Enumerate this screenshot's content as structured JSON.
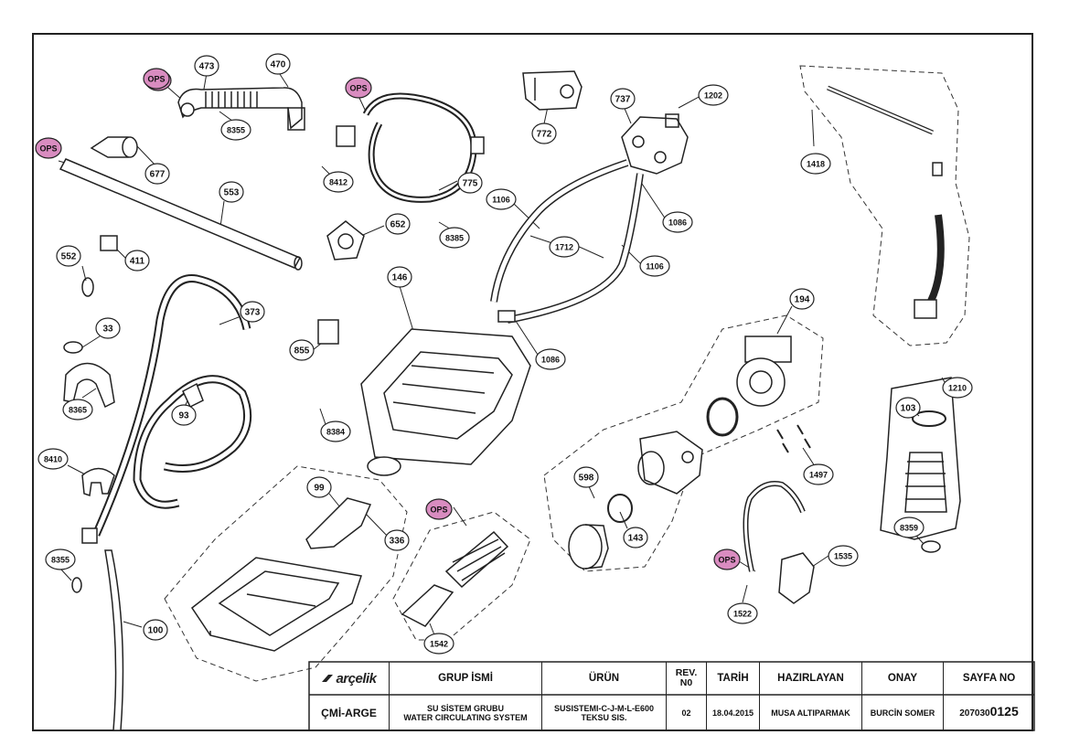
{
  "colors": {
    "ops_fill": "#d98cc0",
    "line": "#222222",
    "paper": "#ffffff"
  },
  "part_labels": [
    "473",
    "470",
    "OPS",
    "8355",
    "677",
    "OPS",
    "553",
    "OPS",
    "8412",
    "775",
    "772",
    "737",
    "1202",
    "1106",
    "1712",
    "1106",
    "1086",
    "1418",
    "652",
    "8385",
    "552",
    "411",
    "146",
    "194",
    "373",
    "33",
    "855",
    "1086",
    "8365",
    "93",
    "8384",
    "8410",
    "598",
    "143",
    "OPS",
    "99",
    "336",
    "OPS",
    "1535",
    "1522",
    "1542",
    "1497",
    "8355",
    "100",
    "103",
    "1210",
    "8359",
    "OPS"
  ],
  "title_block": {
    "headers": {
      "logo": "arçelik",
      "group_name": "GRUP İSMİ",
      "product": "ÜRÜN",
      "rev_no": "REV. N0",
      "date": "TARİH",
      "prepared_by": "HAZIRLAYAN",
      "approval": "ONAY",
      "page_no": "SAYFA NO"
    },
    "values": {
      "department": "ÇMİ-ARGE",
      "group_line1": "SU SİSTEM GRUBU",
      "group_line2": "WATER CIRCULATING SYSTEM",
      "product_line1": "SUSISTEMI-C-J-M-L-E600",
      "product_line2": "TEKSU SIS.",
      "rev": "02",
      "date": "18.04.2015",
      "prepared_by": "MUSA ALTIPARMAK",
      "approval": "BURCİN SOMER",
      "page_no_prefix": "207030",
      "page_no_suffix": "0125"
    }
  }
}
